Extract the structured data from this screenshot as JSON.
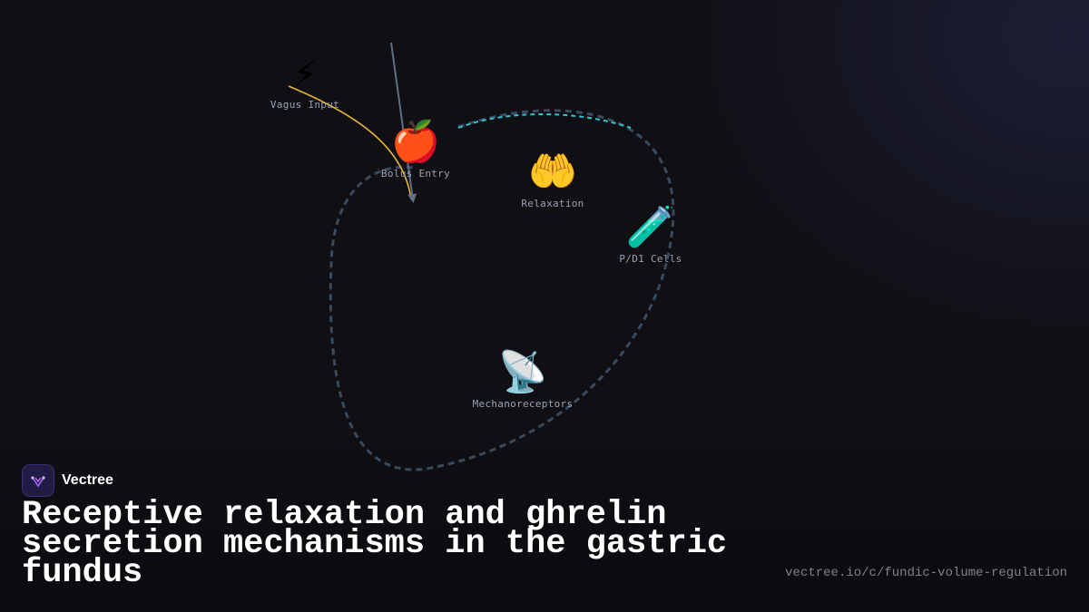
{
  "diagram": {
    "nodes": [
      {
        "id": "vagus-input",
        "icon": "lightning-icon",
        "glyph": "⚡",
        "label": "Vagus Input"
      },
      {
        "id": "bolus-entry",
        "icon": "apple-icon",
        "glyph": "🍎",
        "label": "Bolus Entry"
      },
      {
        "id": "relaxation",
        "icon": "open-hands-icon",
        "glyph": "🤲",
        "label": "Relaxation"
      },
      {
        "id": "pd1-cells",
        "icon": "test-tube-icon",
        "glyph": "🧪",
        "label": "P/D1 Cells"
      },
      {
        "id": "mechanoreceptors",
        "icon": "satellite-antenna-icon",
        "glyph": "📡",
        "label": "Mechanoreceptors"
      }
    ],
    "colors": {
      "outline": "#3a4a5e",
      "vagus_arrow": "#e6b53a",
      "bolus_arrow": "#5f6f84",
      "ghrelin_path": "#2ec5d3"
    }
  },
  "brand": {
    "name": "Vectree",
    "logo_icon": "vectree-logo-icon"
  },
  "title": "Receptive relaxation and ghrelin secretion mechanisms in the gastric fundus",
  "url": "vectree.io/c/fundic-volume-regulation"
}
